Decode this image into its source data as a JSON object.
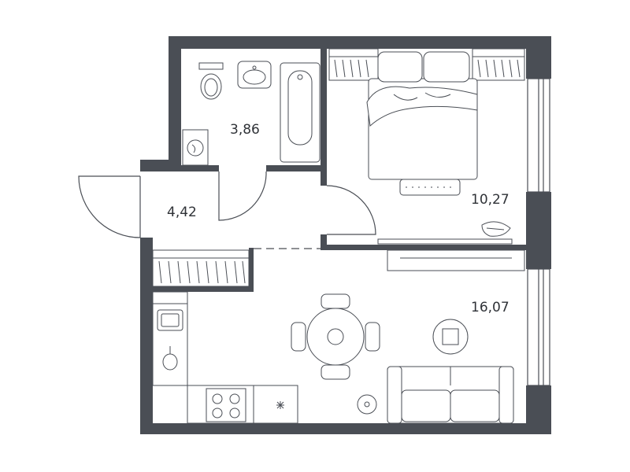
{
  "rooms": {
    "bathroom": {
      "area": "3,86"
    },
    "hallway": {
      "area": "4,42"
    },
    "bedroom": {
      "area": "10,27"
    },
    "living_kitchen": {
      "area": "16,07"
    }
  },
  "colors": {
    "wall": "#4a4e55",
    "background": "#ffffff"
  }
}
